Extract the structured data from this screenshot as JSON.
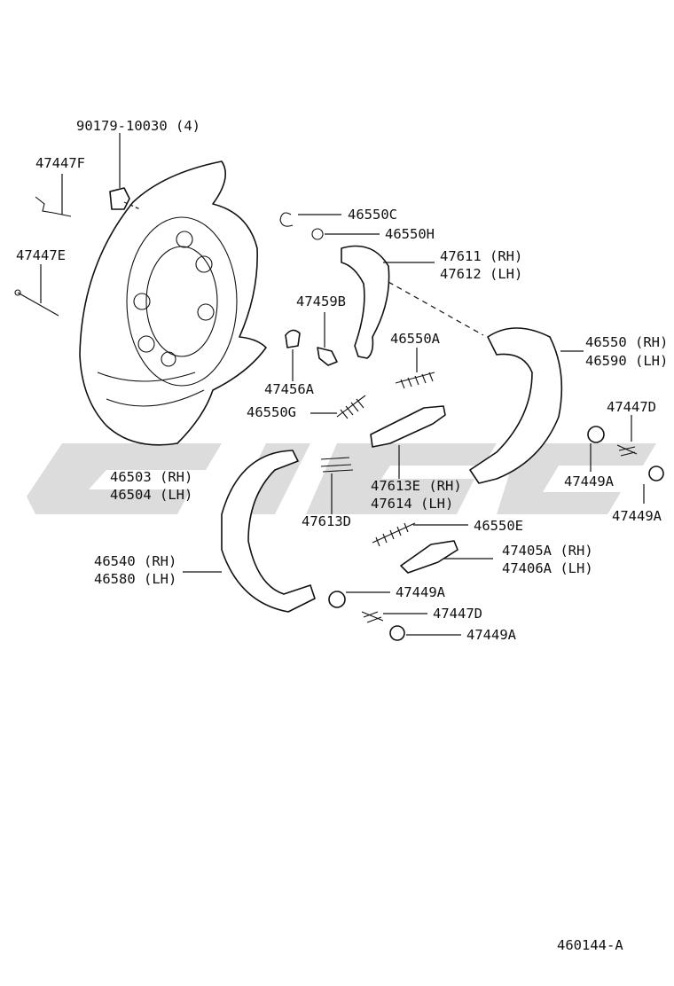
{
  "diagram_code": "460144-A",
  "labels": {
    "bolt": "90179-10030 (4)",
    "p47447F": "47447F",
    "p47447E": "47447E",
    "p46550C": "46550C",
    "p46550H": "46550H",
    "p47611": "47611 (RH)",
    "p47612": "47612 (LH)",
    "p47459B": "47459B",
    "p46550A": "46550A",
    "p46550_rh": "46550 (RH)",
    "p46590_lh": "46590 (LH)",
    "p47456A": "47456A",
    "p46550G": "46550G",
    "p47447D_top": "47447D",
    "p46503": "46503 (RH)",
    "p46504": "46504 (LH)",
    "p47613E": "47613E (RH)",
    "p47614": "47614  (LH)",
    "p47449A_right": "47449A",
    "p47449A_far": "47449A",
    "p47613D": "47613D",
    "p46550E": "46550E",
    "p46540": "46540 (RH)",
    "p46580": "46580 (LH)",
    "p47405A": "47405A (RH)",
    "p47406A": "47406A (LH)",
    "p47449A_mid": "47449A",
    "p47447D_bot": "47447D",
    "p47449A_bot": "47449A"
  },
  "watermark": {
    "color": "#d6d6d6"
  }
}
